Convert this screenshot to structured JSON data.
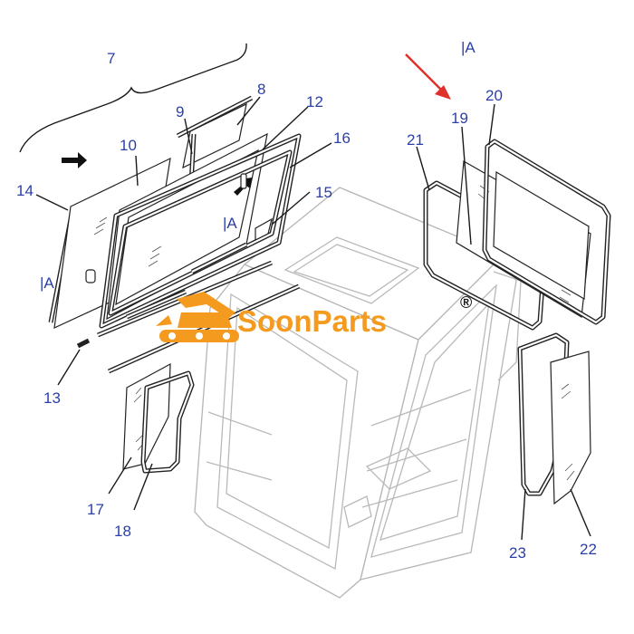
{
  "callouts": {
    "c7": "7",
    "c8": "8",
    "c9": "9",
    "c10": "10",
    "c12": "12",
    "c13": "13",
    "c14": "14",
    "c15": "15",
    "c16": "16",
    "c17": "17",
    "c18": "18",
    "c19": "19",
    "c20": "20",
    "c21": "21",
    "c22": "22",
    "c23": "23"
  },
  "section_marks": {
    "a1": "|A",
    "a2": "|A",
    "a3": "|A"
  },
  "watermark": {
    "brand": "SoonParts",
    "registered": "®"
  },
  "colors": {
    "callout": "#2a3fa8",
    "brand": "#f49a1e",
    "arrow": "#e0302a",
    "line": "#1a1a1a",
    "cab": "#b9b9b9"
  }
}
